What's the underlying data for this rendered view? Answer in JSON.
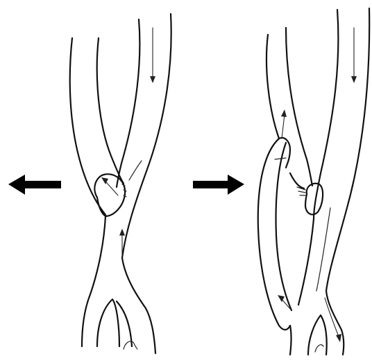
{
  "figure": {
    "panels": [
      {
        "id": "left",
        "description_icon": "vessel-branch-before-icon"
      },
      {
        "id": "right",
        "description_icon": "vessel-branch-after-graft-icon"
      }
    ],
    "arrows": [
      {
        "id": "left-arrow",
        "direction": "left",
        "color": "#000000"
      },
      {
        "id": "right-arrow",
        "direction": "right",
        "color": "#000000"
      }
    ],
    "colors": {
      "line": "#111111",
      "background": "#ffffff"
    }
  }
}
